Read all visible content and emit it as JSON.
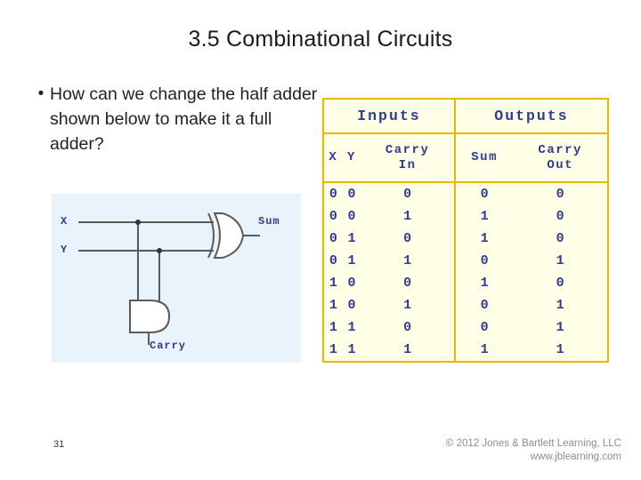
{
  "slide": {
    "title": "3.5 Combinational Circuits",
    "bullet": {
      "marker": "•",
      "text": "How can we change the half adder shown below to make it a full adder?"
    },
    "page_number": "31",
    "copyright_line1": "© 2012 Jones & Bartlett Learning, LLC",
    "copyright_line2": "www.jblearning.com"
  },
  "circuit": {
    "input_x": "X",
    "input_y": "Y",
    "output_sum": "Sum",
    "output_carry": "Carry"
  },
  "truth_table": {
    "group_headers": [
      "Inputs",
      "Outputs"
    ],
    "sub_headers": [
      {
        "line1": "X",
        "line2": ""
      },
      {
        "line1": "Y",
        "line2": ""
      },
      {
        "line1": "Carry",
        "line2": "In"
      },
      {
        "line1": "Sum",
        "line2": ""
      },
      {
        "line1": "Carry",
        "line2": "Out"
      }
    ],
    "rows": [
      [
        "0",
        "0",
        "0",
        "0",
        "0"
      ],
      [
        "0",
        "0",
        "1",
        "1",
        "0"
      ],
      [
        "0",
        "1",
        "0",
        "1",
        "0"
      ],
      [
        "0",
        "1",
        "1",
        "0",
        "1"
      ],
      [
        "1",
        "0",
        "0",
        "1",
        "0"
      ],
      [
        "1",
        "0",
        "1",
        "0",
        "1"
      ],
      [
        "1",
        "1",
        "0",
        "0",
        "1"
      ],
      [
        "1",
        "1",
        "1",
        "1",
        "1"
      ]
    ]
  }
}
